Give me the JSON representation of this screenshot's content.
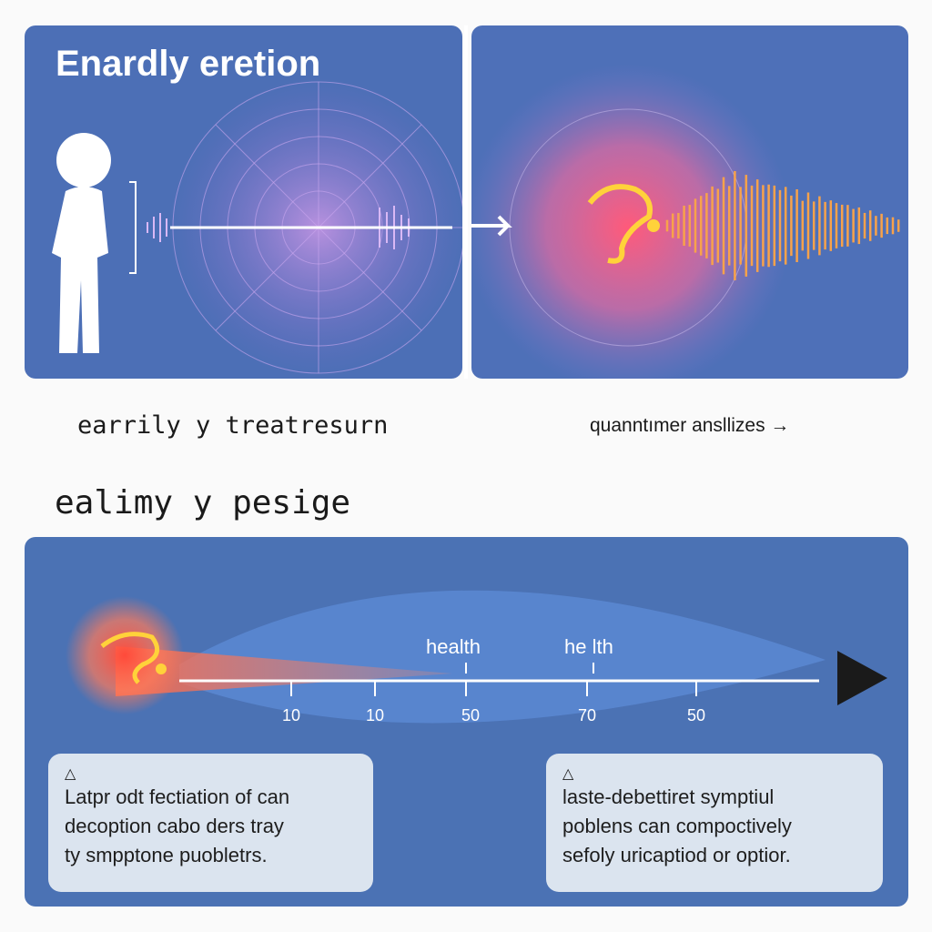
{
  "top_left": {
    "title": "Enardly eretion"
  },
  "captions": {
    "left": "earrily y treatresurn",
    "right": "quanntımer ansllizes →"
  },
  "section_heading": "ealimy y pesige",
  "timeline": {
    "markers": [
      "health",
      "he lth"
    ],
    "ticks": [
      "10",
      "10",
      "50",
      "70",
      "50"
    ]
  },
  "notes": [
    {
      "icon": "warning-triangle-icon",
      "symbol": "△",
      "lines": [
        "Latpr odt fectiation of can",
        "decoption cabo ders tray",
        "ty smpptone puobletrs."
      ]
    },
    {
      "icon": "warning-triangle-icon",
      "symbol": "△",
      "lines": [
        "laste-debettiret symptiul",
        "poblens can compoctively",
        "sefoly uricaptiod or optior."
      ]
    }
  ],
  "colors": {
    "panel": "#4c6fb6",
    "glow": "#ff6a6a",
    "worm": "#ffd23a"
  }
}
